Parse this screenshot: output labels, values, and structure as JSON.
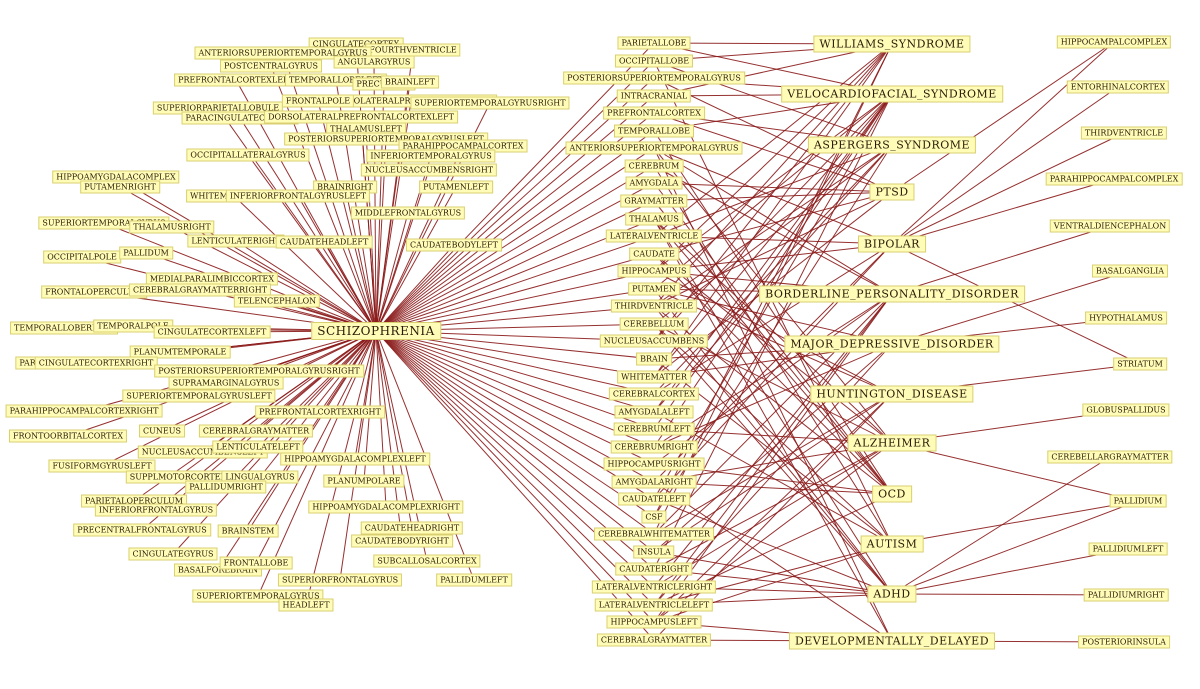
{
  "graph": {
    "edge_color": "#8b1a1a",
    "node_fill": "#fffcb8",
    "node_border": "#d9cf72",
    "hub": "SCHIZOPHRENIA",
    "disorders": [
      "WILLIAMS_SYNDROME",
      "VELOCARDIOFACIAL_SYNDROME",
      "ASPERGERS_SYNDROME",
      "PTSD",
      "BIPOLAR",
      "BORDERLINE_PERSONALITY_DISORDER",
      "MAJOR_DEPRESSIVE_DISORDER",
      "HUNTINGTON_DISEASE",
      "ALZHEIMER",
      "OCD",
      "AUTISM",
      "ADHD",
      "DEVELOPMENTALLY_DELAYED"
    ],
    "left_regions": [
      "CINGULATECORTEX",
      "FOURTHVENTRICLE",
      "ANTERIORSUPERIORTEMPORALGYRUS",
      "ANGULARGYRUS",
      "POSTCENTRALGYRUS",
      "PREFRONTALCORTEXLEFT",
      "TEMPORALLOBELEFT",
      "PRECUNEUS",
      "BRAINLEFT",
      "DORSOLATERALPREFRONTALCORTEX",
      "FRONTALPOLE",
      "SUPERIORTEMPORALGYRUSRIGHT",
      "SUPERIORPARIETALLOBULE",
      "PARACINGULATECORTEX",
      "DORSOLATERALPREFRONTALCORTEXLEFT",
      "THALAMUSLEFT",
      "POSTERIORSUPERIORTEMPORALGYRUSLEFT",
      "PARAHIPPOCAMPALCORTEX",
      "OCCIPITALLATERALGYRUS",
      "INFERIORTEMPORALGYRUS",
      "NUCLEUSACCUMBENSRIGHT",
      "PUTAMENLEFT",
      "HIPPOAMYGDALACOMPLEX",
      "BRAINRIGHT",
      "PUTAMENRIGHT",
      "WHITEMATTERLEFT",
      "INFERIORFRONTALGYRUSLEFT",
      "MIDDLEFRONTALGYRUS",
      "SUPERIORTEMPORALGYRUS",
      "THALAMUSRIGHT",
      "CAUDATEBODYLEFT",
      "LENTICULATERIGHT",
      "CAUDATEHEADLEFT",
      "OCCIPITALPOLE",
      "PALLIDUM",
      "MEDIALPARALIMBICCORTEX",
      "FRONTALOPERCULUM",
      "CEREBRALGRAYMATTERRIGHT",
      "TELENCEPHALON",
      "TEMPORALLOBERIGHT",
      "TEMPORALPOLE",
      "CINGULATECORTEXLEFT",
      "PLANUMTEMPORALE",
      "PARAHIPPOCAMPALGYRUS",
      "CINGULATECORTEXRIGHT",
      "POSTERIORSUPERIORTEMPORALGYRUSRIGHT",
      "SUPRAMARGINALGYRUS",
      "SUPERIORTEMPORALGYRUSLEFT",
      "PARAHIPPOCAMPALCORTEXRIGHT",
      "PREFRONTALCORTEXRIGHT",
      "CUNEUS",
      "CEREBRALGRAYMATTER",
      "FRONTOORBITALCORTEX",
      "NUCLEUSACCUMBENSLEFT",
      "LENTICULATELEFT",
      "HIPPOAMYGDALACOMPLEXLEFT",
      "FUSIFORMGYRUSLEFT",
      "SUPPLMOTORCORTEX",
      "LINGUALGYRUS",
      "PLANUMPOLARE",
      "PARIETALOPERCULUM",
      "PALLIDUMRIGHT",
      "INFERIORFRONTALGYRUS",
      "HIPPOAMYGDALACOMPLEXRIGHT",
      "PRECENTRALFRONTALGYRUS",
      "BRAINSTEM",
      "CAUDATEHEADRIGHT",
      "CINGULATEGYRUS",
      "CAUDATEBODYRIGHT",
      "BASALFOREBRAIN",
      "FRONTALLOBE",
      "SUBCALLOSALCORTEX",
      "SUPERIORFRONTALGYRUS",
      "PALLIDUMLEFT",
      "SUPERIORTEMPORALGYRUS",
      "HEADLEFT"
    ],
    "middle_regions": [
      "PARIETALLOBE",
      "OCCIPITALLOBE",
      "POSTERIORSUPERIORTEMPORALGYRUS",
      "INTRACRANIAL",
      "PREFRONTALCORTEX",
      "TEMPORALLOBE",
      "ANTERIORSUPERIORTEMPORALGYRUS",
      "CEREBRUM",
      "AMYGDALA",
      "GRAYMATTER",
      "THALAMUS",
      "LATERALVENTRICLE",
      "CAUDATE",
      "HIPPOCAMPUS",
      "PUTAMEN",
      "THIRDVENTRICLE",
      "CEREBELLUM",
      "NUCLEUSACCUMBENS",
      "BRAIN",
      "WHITEMATTER",
      "CEREBRALCORTEX",
      "AMYGDALALEFT",
      "CEREBRUMLEFT",
      "CEREBRUMRIGHT",
      "HIPPOCAMPUSRIGHT",
      "AMYGDALARIGHT",
      "CAUDATELEFT",
      "CSF",
      "CEREBRALWHITEMATTER",
      "INSULA",
      "CAUDATERIGHT",
      "LATERALVENTRICLERIGHT",
      "LATERALVENTRICLELEFT",
      "HIPPOCAMPUSLEFT",
      "CEREBRALGRAYMATTER"
    ],
    "right_regions": [
      "HIPPOCAMPALCOMPLEX",
      "ENTORHINALCORTEX",
      "THIRDVENTRICLE",
      "PARAHIPPOCAMPALCOMPLEX",
      "VENTRALDIENCEPHALON",
      "BASALGANGLIA",
      "HYPOTHALAMUS",
      "STRIATUM",
      "GLOBUSPALLIDUS",
      "CEREBELLARGRAYMATTER",
      "PALLIDIUM",
      "PALLIDIUMLEFT",
      "PALLIDIUMRIGHT",
      "POSTERIORINSULA"
    ],
    "right_edges": [
      [
        "HIPPOCAMPALCOMPLEX",
        "BIPOLAR"
      ],
      [
        "ENTORHINALCORTEX",
        "BIPOLAR"
      ],
      [
        "THIRDVENTRICLE",
        "BIPOLAR"
      ],
      [
        "PARAHIPPOCAMPALCOMPLEX",
        "BIPOLAR"
      ],
      [
        "VENTRALDIENCEPHALON",
        "BORDERLINE_PERSONALITY_DISORDER"
      ],
      [
        "BASALGANGLIA",
        "MAJOR_DEPRESSIVE_DISORDER"
      ],
      [
        "HYPOTHALAMUS",
        "MAJOR_DEPRESSIVE_DISORDER"
      ],
      [
        "STRIATUM",
        "BIPOLAR"
      ],
      [
        "GLOBUSPALLIDUS",
        "ALZHEIMER"
      ],
      [
        "CEREBELLARGRAYMATTER",
        "ADHD"
      ],
      [
        "PALLIDIUM",
        "ALZHEIMER"
      ],
      [
        "PALLIDIUM",
        "AUTISM"
      ],
      [
        "PALLIDIUM",
        "ADHD"
      ],
      [
        "PALLIDIUMLEFT",
        "ADHD"
      ],
      [
        "PALLIDIUMRIGHT",
        "ADHD"
      ],
      [
        "POSTERIORINSULA",
        "DEVELOPMENTALLY_DELAYED"
      ],
      [
        "STRIATUM",
        "HUNTINGTON_DISEASE"
      ],
      [
        "HIPPOCAMPALCOMPLEX",
        "PTSD"
      ]
    ]
  }
}
